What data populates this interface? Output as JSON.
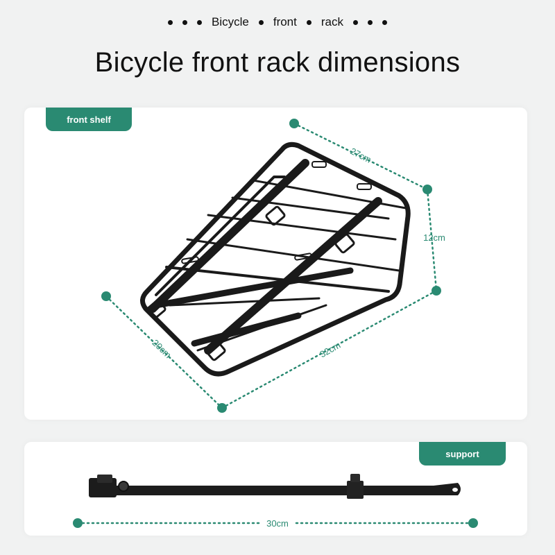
{
  "nav": {
    "words": [
      "Bicycle",
      "front",
      "rack"
    ]
  },
  "title": "Bicycle front rack dimensions",
  "shelf": {
    "label": "front shelf",
    "dimensions": {
      "top": "27cm",
      "right": "12cm",
      "left": "20cm",
      "bottom": "32cm"
    }
  },
  "support": {
    "label": "support",
    "dimension": "30cm"
  },
  "colors": {
    "accent": "#2a8a72",
    "rack": "#1a1a1a",
    "background": "#f1f2f2",
    "card": "#ffffff"
  }
}
